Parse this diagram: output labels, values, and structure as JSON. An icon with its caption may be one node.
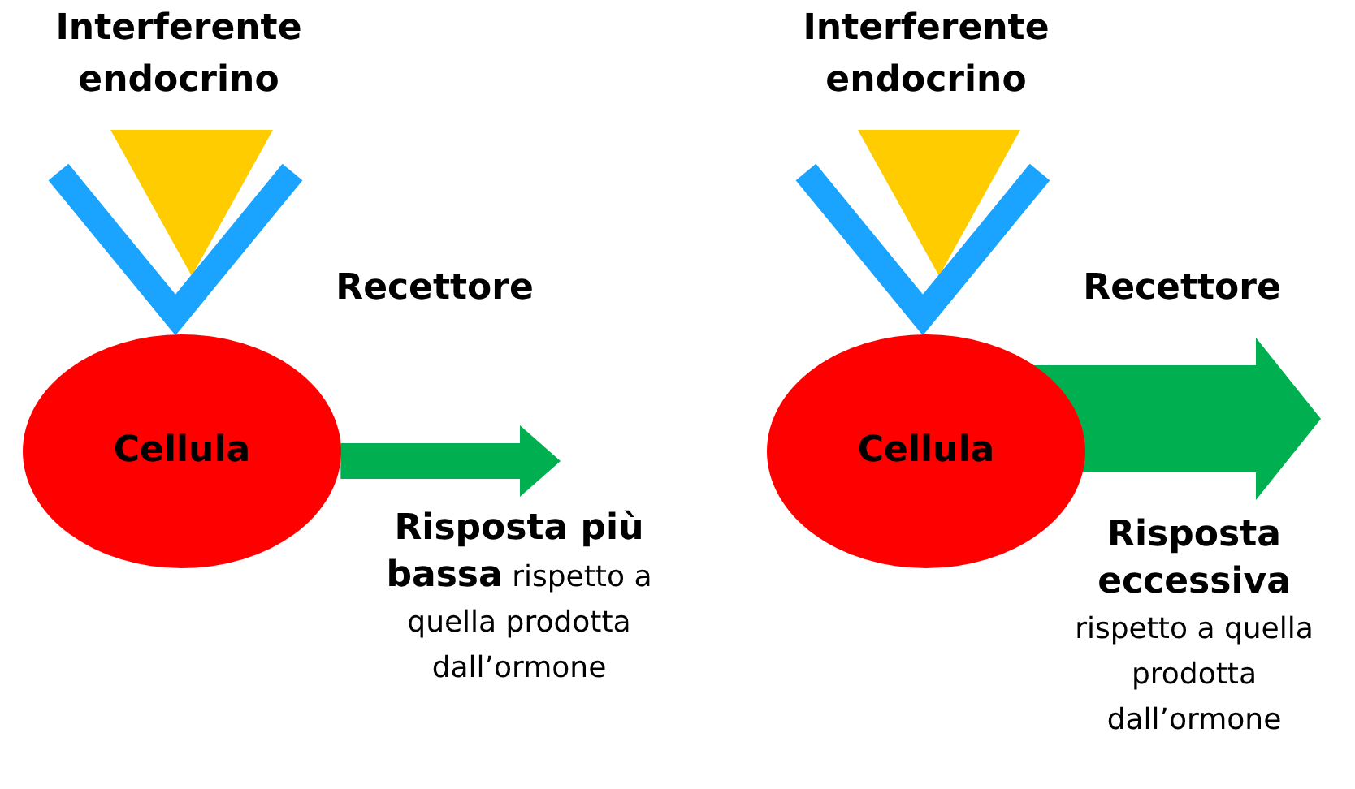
{
  "diagram": {
    "nodes": [
      {
        "text": [
          "Interferente endocrino"
        ]
      },
      {
        "text": [
          "Recettore"
        ]
      },
      {
        "text": [
          "Cellula"
        ]
      },
      {
        "text": [
          "Interferente endocrino"
        ]
      },
      {
        "text": [
          "Recettore"
        ]
      },
      {
        "text": [
          "Cellula"
        ]
      }
    ],
    "edges": [
      {
        "from": 2,
        "to": null,
        "arrow": "to"
      },
      {
        "from": 5,
        "to": null,
        "arrow": "to",
        "style": "thick"
      }
    ],
    "labels": [
      "**Risposta più bassa** rispetto a quella prodotta dall’ormone",
      "**Risposta eccessiva** rispetto a quella prodotta dall’ormone"
    ]
  }
}
